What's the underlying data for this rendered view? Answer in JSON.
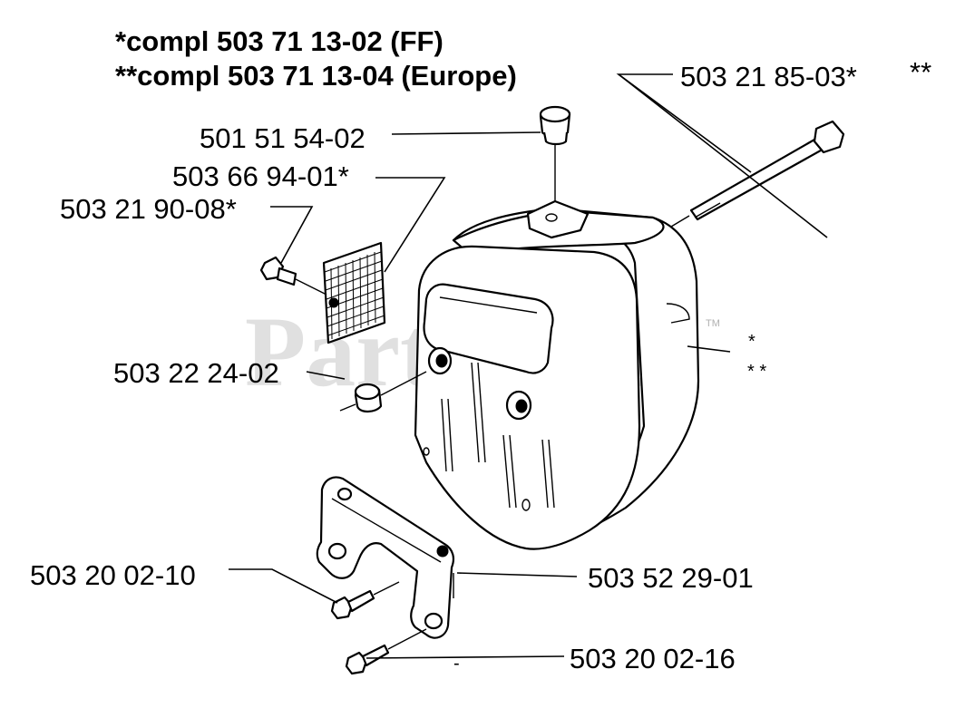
{
  "header": {
    "line1": "*compl 503 71 13-02 (FF)",
    "line2": "**compl 503 71 13-04 (Europe)"
  },
  "watermark": {
    "text": "PartsTree",
    "tm": "TM"
  },
  "callouts": {
    "bolt_long": "503 21 85-03*",
    "bolt_long_suffix": "**",
    "cap": "501 51 54-02",
    "screen": "503 66 94-01*",
    "screw_small": "503 21 90-08*",
    "nut": "503 22 24-02",
    "bolt_bracket": "503 20 02-10",
    "bracket": "503 52 29-01",
    "bolt_lower": "503 20 02-16",
    "housing_star1": "*",
    "housing_star2": "* *",
    "dash_mark": "-"
  }
}
